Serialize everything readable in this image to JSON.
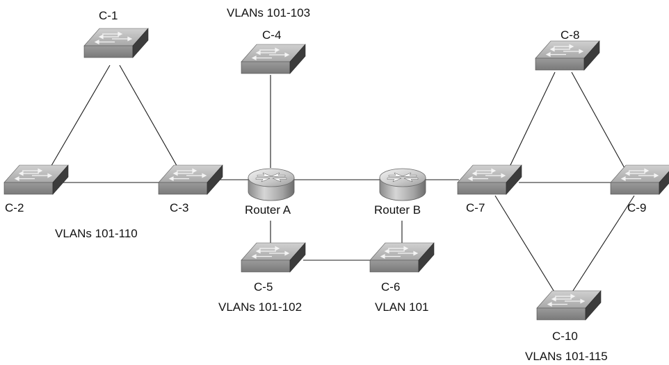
{
  "diagram": {
    "devices": [
      {
        "id": "C-1",
        "type": "switch",
        "label": "C-1"
      },
      {
        "id": "C-2",
        "type": "switch",
        "label": "C-2"
      },
      {
        "id": "C-3",
        "type": "switch",
        "label": "C-3"
      },
      {
        "id": "C-4",
        "type": "switch",
        "label": "C-4"
      },
      {
        "id": "C-5",
        "type": "switch",
        "label": "C-5"
      },
      {
        "id": "C-6",
        "type": "switch",
        "label": "C-6"
      },
      {
        "id": "C-7",
        "type": "switch",
        "label": "C-7"
      },
      {
        "id": "C-8",
        "type": "switch",
        "label": "C-8"
      },
      {
        "id": "C-9",
        "type": "switch",
        "label": "C-9"
      },
      {
        "id": "C-10",
        "type": "switch",
        "label": "C-10"
      },
      {
        "id": "router-a",
        "type": "router",
        "label": "Router A"
      },
      {
        "id": "router-b",
        "type": "router",
        "label": "Router B"
      }
    ],
    "links": [
      [
        "C-1",
        "C-2"
      ],
      [
        "C-1",
        "C-3"
      ],
      [
        "C-2",
        "C-3"
      ],
      [
        "C-3",
        "router-a"
      ],
      [
        "C-4",
        "router-a"
      ],
      [
        "router-a",
        "router-b"
      ],
      [
        "router-a",
        "C-5"
      ],
      [
        "C-5",
        "C-6"
      ],
      [
        "router-b",
        "C-6"
      ],
      [
        "router-b",
        "C-7"
      ],
      [
        "C-7",
        "C-8"
      ],
      [
        "C-8",
        "C-9"
      ],
      [
        "C-7",
        "C-9"
      ],
      [
        "C-7",
        "C-10"
      ],
      [
        "C-9",
        "C-10"
      ]
    ],
    "vlan_labels": {
      "c4": "VLANs 101-103",
      "left": "VLANs 101-110",
      "c5": "VLANs 101-102",
      "c6": "VLAN 101",
      "right": "VLANs 101-115"
    },
    "colors": {
      "switch_top": "#b8b8b8",
      "switch_front": "#8c8c8c",
      "switch_side": "#3c3c3c",
      "router_body": "#a8a8a8",
      "link": "#1a1a1a"
    }
  }
}
